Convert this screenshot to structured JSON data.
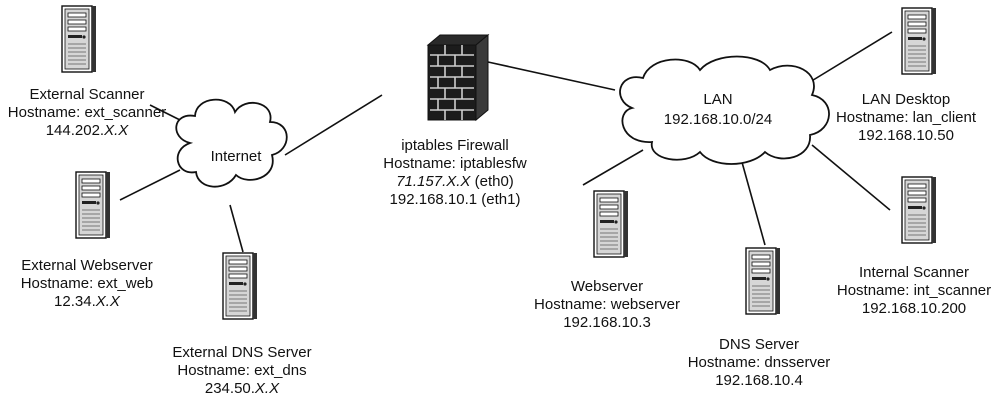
{
  "network": {
    "external_scanner": {
      "title": "External Scanner",
      "hostname": "Hostname: ext_scanner",
      "ip_prefix": "144.202.",
      "ip_suffix": "X.X",
      "icon": "server-tower-icon"
    },
    "external_webserver": {
      "title": "External Webserver",
      "hostname": "Hostname: ext_web",
      "ip_prefix": "12.34.",
      "ip_suffix": "X.X",
      "icon": "server-tower-icon"
    },
    "external_dns": {
      "title": "External DNS Server",
      "hostname": "Hostname: ext_dns",
      "ip_prefix": "234.50.",
      "ip_suffix": "X.X",
      "icon": "server-tower-icon"
    },
    "internet": {
      "label": "Internet",
      "icon": "cloud-icon"
    },
    "firewall": {
      "title": "iptables Firewall",
      "hostname": "Hostname: iptablesfw",
      "ext_ip_prefix": "71.157.",
      "ext_ip_suffix": "X.X",
      "ext_if": " (eth0)",
      "int_ip": "192.168.10.1 (eth1)",
      "icon": "brick-firewall-icon"
    },
    "lan": {
      "label": "LAN",
      "subnet": "192.168.10.0/24",
      "icon": "cloud-icon"
    },
    "lan_desktop": {
      "title": "LAN Desktop",
      "hostname": "Hostname: lan_client",
      "ip": "192.168.10.50",
      "icon": "server-tower-icon"
    },
    "internal_scanner": {
      "title": "Internal Scanner",
      "hostname": "Hostname: int_scanner",
      "ip": "192.168.10.200",
      "icon": "server-tower-icon"
    },
    "webserver": {
      "title": "Webserver",
      "hostname": "Hostname: webserver",
      "ip": "192.168.10.3",
      "icon": "server-tower-icon"
    },
    "dns_server": {
      "title": "DNS Server",
      "hostname": "Hostname: dnsserver",
      "ip": "192.168.10.4",
      "icon": "server-tower-icon"
    }
  }
}
